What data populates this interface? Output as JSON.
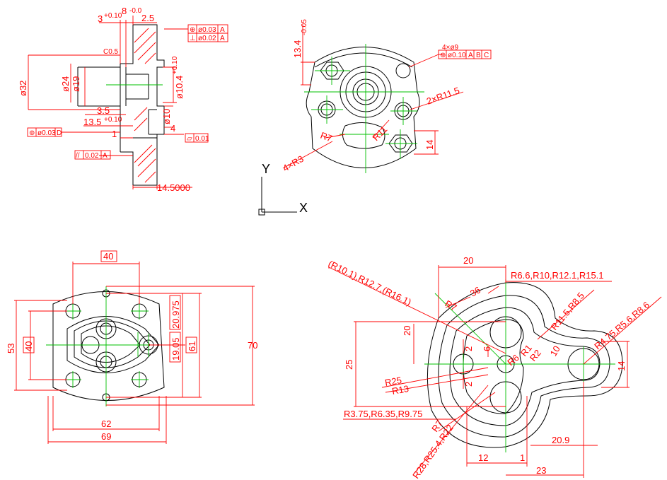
{
  "views": {
    "section": {
      "dims": {
        "d3": "3",
        "d3_tol": "+0.10",
        "d8": "8",
        "d8_tol": "-0.0",
        "d2_5": "2.5",
        "c05": "C0.5",
        "phi32": "ø32",
        "phi24": "ø24",
        "phi19": "ø19",
        "phi10_4": "ø10.4",
        "phi10_4_tol": "+0.10",
        "phi10": "ø10",
        "d3_5": "3.5",
        "d13_5": "13.5",
        "d13_5_tol": "+0.10",
        "d1": "1",
        "d4": "4",
        "d14_5": "14.5000"
      },
      "tolerance_frames": {
        "position": {
          "symbol": "⊕",
          "value": "ø0.03",
          "datum": "A"
        },
        "perpendicularity": {
          "symbol": "⊥",
          "value": "ø0.02",
          "datum": "A"
        },
        "concentricity": {
          "symbol": "⊚",
          "value": "ø0.03",
          "datum": "D"
        },
        "parallelism": {
          "symbol": "//",
          "value": "0.02",
          "datum": "A"
        },
        "flatness": {
          "symbol": "▱",
          "value": "0.01"
        }
      }
    },
    "top_right": {
      "dims": {
        "d13_4": "13.4",
        "d13_4_tol": "-0.05",
        "holes": "4×ø9",
        "r11_5": "2×R11.5",
        "r7": "R7",
        "r11": "R11",
        "r3": "4×R3",
        "d14": "14"
      },
      "frame": {
        "symbol": "⊕",
        "value": "ø0.10",
        "datums": [
          "A",
          "B",
          "C"
        ]
      }
    },
    "ucs": {
      "y": "Y",
      "x": "X"
    },
    "bottom_left": {
      "dims": {
        "d40_top": "40",
        "d53": "53",
        "d40_left": "40",
        "d20_975": "20.975",
        "d19_05": "19.05",
        "d61": "61",
        "d70": "70",
        "d62": "62",
        "d69": "69"
      }
    },
    "bottom_right": {
      "dims": {
        "d20_top": "20",
        "r_center": "R6.6,R10,R12.1,R15.1",
        "r_left": "(R10.1),R12.7,(R16.1)",
        "d36": "36",
        "r7": "R7",
        "r11_5": "R11.5,R8.5",
        "r4_75": "R4.75,R5.6,R8.6",
        "d20_left": "20",
        "d25": "25",
        "d2_a": "2",
        "d6": "6",
        "d2_b": "2",
        "r6": "R6",
        "r1": "R1",
        "r2": "R2",
        "d10": "10",
        "d14": "14",
        "r25": "R25",
        "r13": "R13",
        "r_bottom": "R3.75,R6.35,R9.75",
        "r7_b": "R7",
        "r28": "R28,R25.4,R22",
        "d20_9": "20.9",
        "d12": "12",
        "d1": "1",
        "d23": "23"
      }
    }
  },
  "colors": {
    "dimension": "#ff0000",
    "outline": "#000000",
    "centerline": "#00c000",
    "background": "#ffffff"
  }
}
